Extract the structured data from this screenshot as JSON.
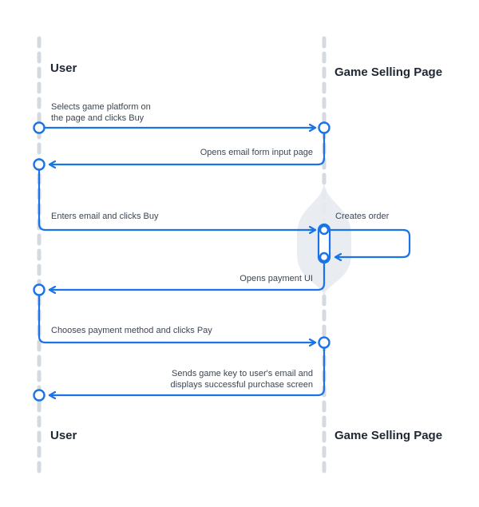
{
  "actors": {
    "user": "User",
    "page": "Game Selling Page"
  },
  "messages": {
    "m1": {
      "lines": [
        "Selects game platform on",
        "the page and clicks Buy"
      ]
    },
    "m2": {
      "lines": [
        "Opens email form input page"
      ]
    },
    "m3": {
      "lines": [
        "Enters email and clicks Buy"
      ]
    },
    "m4": {
      "lines": [
        "Creates order"
      ]
    },
    "m5": {
      "lines": [
        "Opens payment UI"
      ]
    },
    "m6": {
      "lines": [
        "Chooses payment method and clicks Pay"
      ]
    },
    "m7": {
      "lines": [
        "Sends game key to user's email and",
        "displays successful purchase screen"
      ]
    }
  },
  "colors": {
    "arrow": "#1a73e8",
    "lifeline": "#d5dae0",
    "activation": "#e7ebf1"
  }
}
